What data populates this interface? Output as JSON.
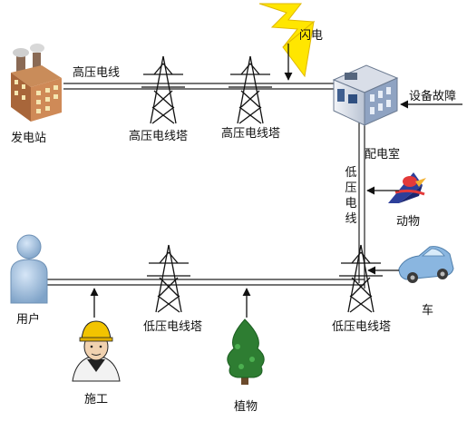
{
  "labels": {
    "power_plant": "发电站",
    "hv_line": "高压电线",
    "hv_tower_1": "高压电线塔",
    "hv_tower_2": "高压电线塔",
    "lightning": "闪电",
    "substation": "配电室",
    "equipment_fault": "设备故障",
    "lv_line": [
      "低",
      "压",
      "电",
      "线"
    ],
    "animal": "动物",
    "vehicle": "车",
    "user": "用户",
    "lv_tower_1": "低压电线塔",
    "lv_tower_2": "低压电线塔",
    "construction": "施工",
    "plant": "植物"
  },
  "colors": {
    "line": "#222222",
    "lightning": "#ffe600",
    "tree": "#2e7d32",
    "car": "#8ab6e0",
    "building": "#4a6fa5"
  }
}
